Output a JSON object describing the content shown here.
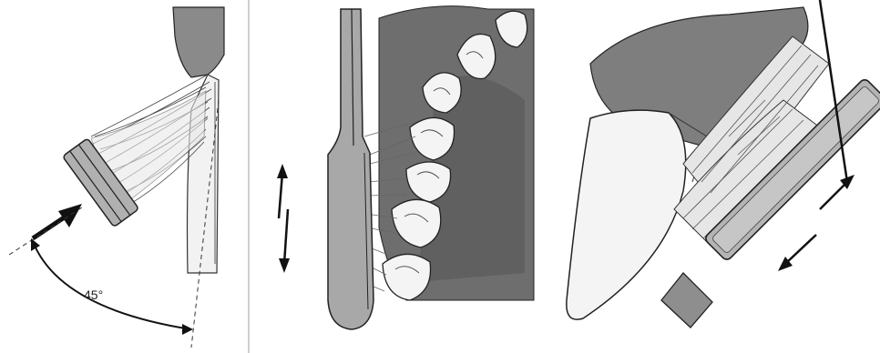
{
  "figure": {
    "panels": [
      {
        "id": "angle-panel",
        "angle_label": "45°"
      },
      {
        "id": "lower-teeth-panel"
      },
      {
        "id": "canine-panel"
      }
    ],
    "colors": {
      "gum": "#7a7a7a",
      "gum_dark": "#5e5e5e",
      "tooth": "#f4f4f4",
      "brush": "#a9a9a9",
      "bristle_stroke": "#444444",
      "ink": "#1a1a1a"
    },
    "icons": [
      "double-arrow-icon",
      "push-arrow-icon"
    ]
  }
}
